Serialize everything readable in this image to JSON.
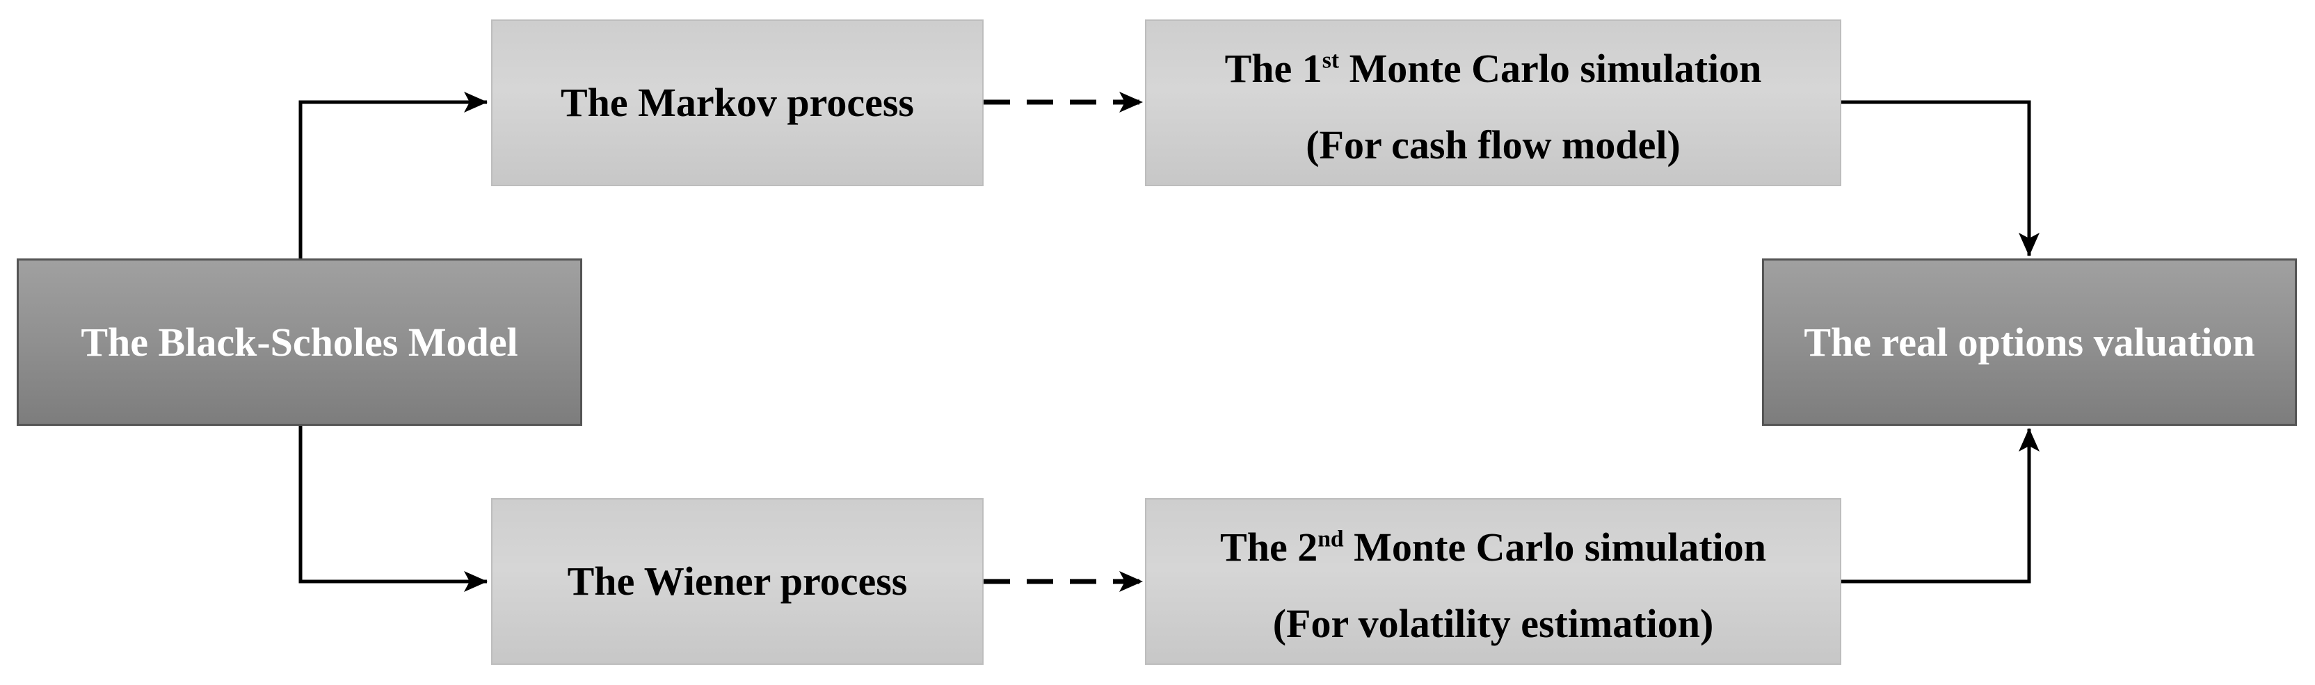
{
  "diagram": {
    "nodes": {
      "black_scholes": {
        "label": "The Black-Scholes Model"
      },
      "markov": {
        "label": "The Markov process"
      },
      "wiener": {
        "label": "The Wiener process"
      },
      "mc1": {
        "line1_prefix": "The 1",
        "line1_sup": "st",
        "line1_suffix": " Monte Carlo simulation",
        "line2": "(For cash flow model)"
      },
      "mc2": {
        "line1_prefix": "The 2",
        "line1_sup": "nd",
        "line1_suffix": " Monte Carlo simulation",
        "line2": "(For volatility estimation)"
      },
      "real_options": {
        "label": "The real options valuation"
      }
    },
    "edges": [
      {
        "from": "black_scholes",
        "to": "markov",
        "style": "solid-elbow"
      },
      {
        "from": "black_scholes",
        "to": "wiener",
        "style": "solid-elbow"
      },
      {
        "from": "markov",
        "to": "mc1",
        "style": "dashed"
      },
      {
        "from": "wiener",
        "to": "mc2",
        "style": "dashed"
      },
      {
        "from": "mc1",
        "to": "real_options",
        "style": "solid-elbow"
      },
      {
        "from": "mc2",
        "to": "real_options",
        "style": "solid-elbow"
      }
    ],
    "colors": {
      "background": "#ffffff",
      "arrow": "#000000",
      "dark_box_top": "#a0a0a0",
      "dark_box_mid": "#8f8f8f",
      "dark_box_bottom": "#7d7d7d",
      "dark_box_border": "#555555",
      "dark_box_text": "#ffffff",
      "light_box_top": "#cecece",
      "light_box_mid": "#d6d6d6",
      "light_box_bottom": "#c7c7c7",
      "light_box_border": "#bdbdbd",
      "light_box_text": "#000000"
    }
  }
}
